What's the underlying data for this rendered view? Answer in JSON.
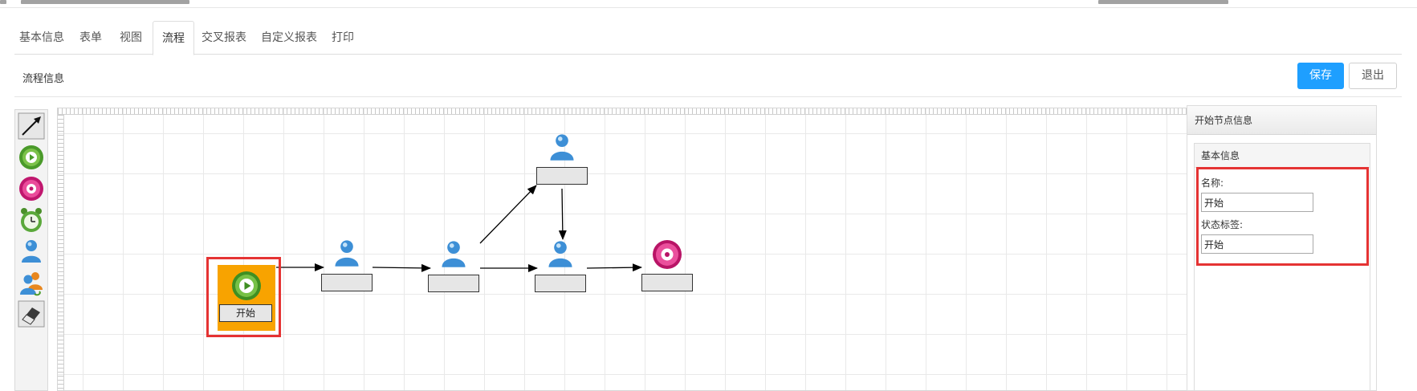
{
  "tabs": [
    {
      "label": "基本信息"
    },
    {
      "label": "表单"
    },
    {
      "label": "视图"
    },
    {
      "label": "流程",
      "active": true
    },
    {
      "label": "交叉报表"
    },
    {
      "label": "自定义报表"
    },
    {
      "label": "打印"
    }
  ],
  "panel": {
    "title": "流程信息",
    "save_label": "保存",
    "exit_label": "退出"
  },
  "toolbox": [
    "line-arrow-icon",
    "start-node-icon",
    "end-node-icon",
    "timer-node-icon",
    "user-task-icon",
    "group-task-icon",
    "eraser-icon"
  ],
  "flow": {
    "start_label": "开始",
    "task_labels": [
      "",
      "",
      "",
      "",
      ""
    ]
  },
  "right_panel": {
    "title": "开始节点信息",
    "section_title": "基本信息",
    "name_label": "名称:",
    "name_value": "开始",
    "status_label": "状态标签:",
    "status_value": "开始"
  },
  "colors": {
    "primary_button": "#1e9fff",
    "start_node_bg": "#f8a300",
    "highlight_box": "#e53333"
  }
}
